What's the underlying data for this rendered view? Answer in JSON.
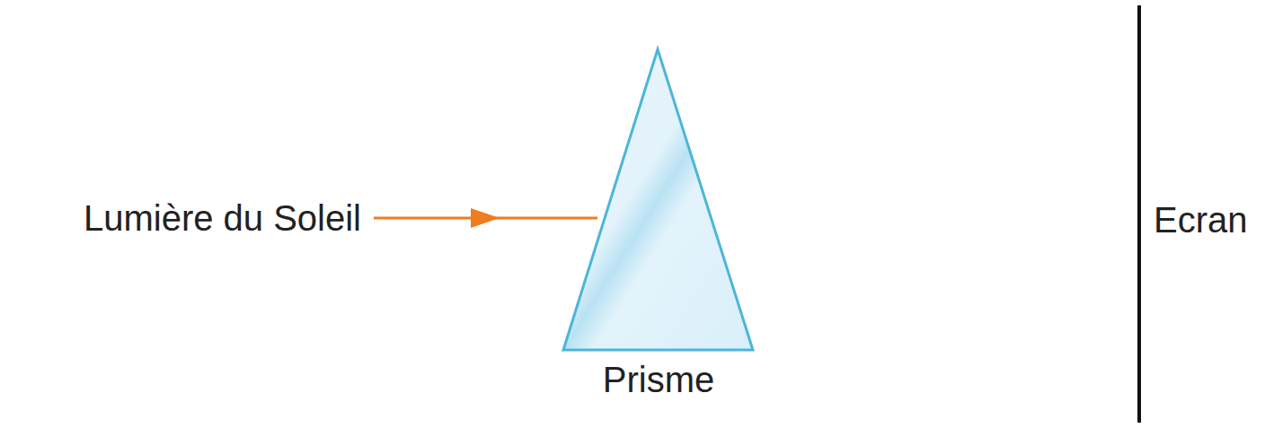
{
  "diagram": {
    "labels": [
      "Lumière du Soleil",
      "Prisme",
      "Ecran"
    ]
  }
}
